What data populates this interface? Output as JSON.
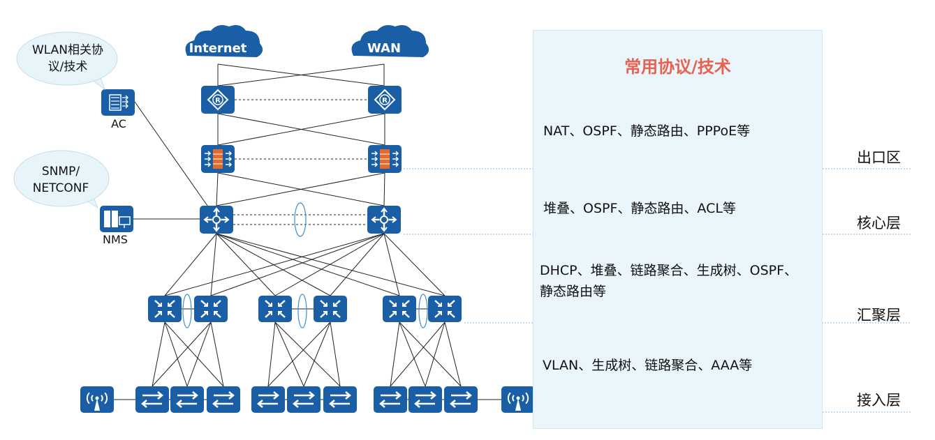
{
  "panel": {
    "title": "常用协议/技术",
    "protocols": [
      {
        "id": "egress",
        "lines": [
          "NAT、OSPF、静态路由、PPPoE等"
        ]
      },
      {
        "id": "core",
        "lines": [
          "堆叠、OSPF、静态路由、ACL等"
        ]
      },
      {
        "id": "aggregation",
        "lines": [
          "DHCP、堆叠、链路聚合、生成树、OSPF、",
          "静态路由等"
        ]
      },
      {
        "id": "access",
        "lines": [
          "VLAN、生成树、链路聚合、AAA等"
        ]
      }
    ]
  },
  "layers": [
    {
      "id": "egress",
      "label": "出口区"
    },
    {
      "id": "core",
      "label": "核心层"
    },
    {
      "id": "aggregation",
      "label": "汇聚层"
    },
    {
      "id": "access",
      "label": "接入层"
    }
  ],
  "clouds": [
    {
      "id": "internet",
      "label": "Internet"
    },
    {
      "id": "wan",
      "label": "WAN"
    }
  ],
  "devices": {
    "ac": {
      "label": "AC"
    },
    "nms": {
      "label": "NMS"
    }
  },
  "bubbles": [
    {
      "id": "wlan",
      "lines": [
        "WLAN相关协",
        "议/技术"
      ]
    },
    {
      "id": "snmp",
      "lines": [
        "SNMP/",
        "NETCONF"
      ]
    }
  ],
  "colors": {
    "device_blue": "#1a5fa6",
    "panel_bg": "#eaf6fb",
    "title_red": "#e8614f",
    "bubble_bg": "#e7f5fb",
    "firewall_orange": "#e26a2c",
    "divider": "#7fb8d9"
  }
}
